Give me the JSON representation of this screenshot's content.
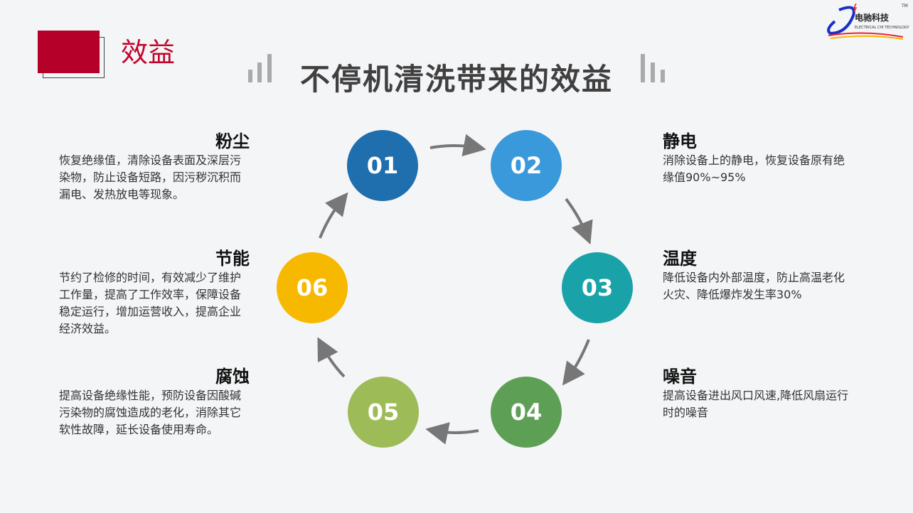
{
  "logo": {
    "text": "电驰科技",
    "subtext": "ELECTRICAL CHI TECHNOLOGY",
    "tm": "TM"
  },
  "section_label": "效益",
  "title": "不停机清洗带来的效益",
  "steps": [
    {
      "num": "01",
      "color": "#1f6ead",
      "heading": "粉尘",
      "text": "恢复绝缘值，清除设备表面及深层污染物，防止设备短路，因污秽沉积而漏电、发热放电等现象。"
    },
    {
      "num": "02",
      "color": "#3a99db",
      "heading": "静电",
      "text": "消除设备上的静电，恢复设备原有绝缘值90%~95%"
    },
    {
      "num": "03",
      "color": "#19a2a8",
      "heading": "温度",
      "text": "降低设备内外部温度，防止高温老化火灾、降低爆炸发生率30%"
    },
    {
      "num": "04",
      "color": "#5e9f56",
      "heading": "噪音",
      "text": "提高设备进出风口风速,降低风扇运行时的噪音"
    },
    {
      "num": "05",
      "color": "#9dbb57",
      "heading": "腐蚀",
      "text": "提高设备绝缘性能，预防设备因酸碱污染物的腐蚀造成的老化，消除其它软性故障，延长设备使用寿命。"
    },
    {
      "num": "06",
      "color": "#f6b900",
      "heading": "节能",
      "text": "节约了检修的时间，有效减少了维护工作量，提高了工作效率，保障设备稳定运行，增加运营收入，提高企业经济效益。"
    }
  ]
}
